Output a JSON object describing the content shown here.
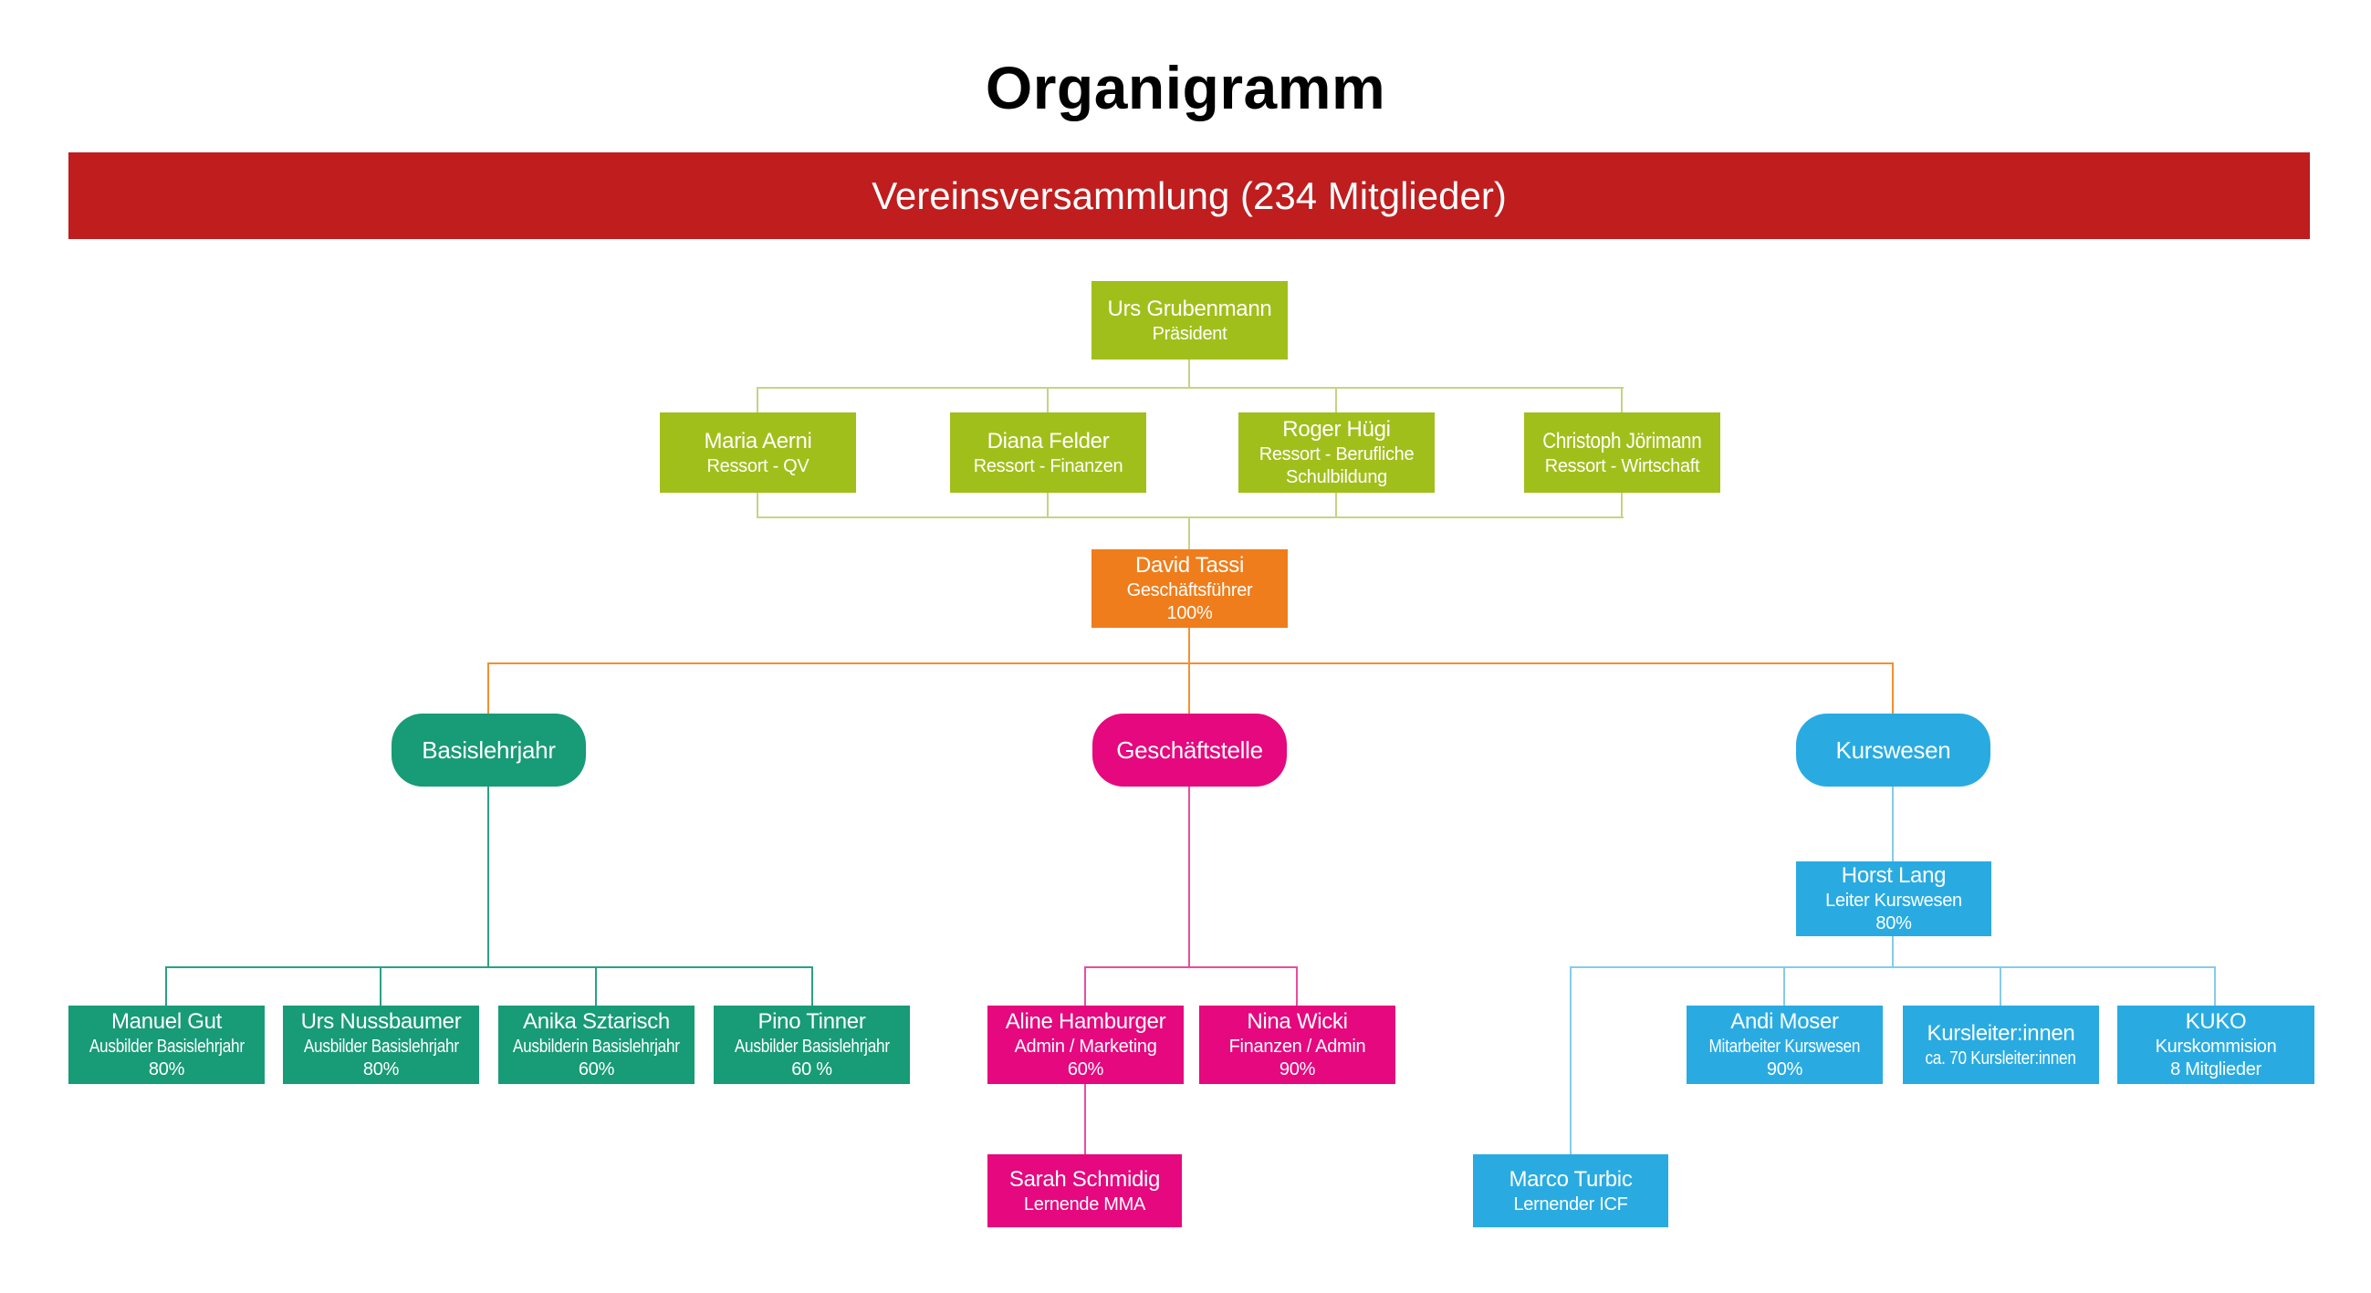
{
  "title": "Organigramm",
  "banner": "Vereinsversammlung (234 Mitglieder)",
  "colors": {
    "banner_red": "#bf1d1e",
    "board_green": "#a1bf1b",
    "green_connector": "#c5d483",
    "manager_orange": "#ef7d1b",
    "orange_connector": "#f29030",
    "basislehrjahr_teal": "#189b77",
    "geschaeftstelle_pink": "#e5087e",
    "kurswesen_blue": "#29abe2",
    "text_white": "#ffffff"
  },
  "nodes": {
    "president": {
      "lines": [
        "Urs Grubenmann",
        "Präsident"
      ]
    },
    "maria": {
      "lines": [
        "Maria Aerni",
        "Ressort - QV"
      ]
    },
    "diana": {
      "lines": [
        "Diana Felder",
        "Ressort - Finanzen"
      ]
    },
    "roger": {
      "lines": [
        "Roger Hügi",
        "Ressort - Berufliche",
        "Schulbildung"
      ]
    },
    "christoph": {
      "lines": [
        "Christoph Jörimann",
        "Ressort - Wirtschaft"
      ]
    },
    "david": {
      "lines": [
        "David Tassi",
        "Geschäftsführer",
        "100%"
      ]
    },
    "basislehrjahr": {
      "label": "Basislehrjahr"
    },
    "geschaeftstelle": {
      "label": "Geschäftstelle"
    },
    "kurswesen": {
      "label": "Kurswesen"
    },
    "manuel": {
      "lines": [
        "Manuel Gut",
        "Ausbilder Basislehrjahr",
        "80%"
      ]
    },
    "urs_nussbaumer": {
      "lines": [
        "Urs Nussbaumer",
        "Ausbilder Basislehrjahr",
        "80%"
      ]
    },
    "anika": {
      "lines": [
        "Anika Sztarisch",
        "Ausbilderin Basislehrjahr",
        "60%"
      ]
    },
    "pino": {
      "lines": [
        "Pino Tinner",
        "Ausbilder Basislehrjahr",
        "60 %"
      ]
    },
    "aline": {
      "lines": [
        "Aline Hamburger",
        "Admin / Marketing",
        "60%"
      ]
    },
    "nina": {
      "lines": [
        "Nina Wicki",
        "Finanzen / Admin",
        "90%"
      ]
    },
    "sarah": {
      "lines": [
        "Sarah Schmidig",
        "Lernende MMA"
      ]
    },
    "horst": {
      "lines": [
        "Horst Lang",
        "Leiter Kurswesen",
        "80%"
      ]
    },
    "andi": {
      "lines": [
        "Andi Moser",
        "Mitarbeiter Kurswesen",
        "90%"
      ]
    },
    "kursleiter": {
      "lines": [
        "Kursleiter:innen",
        "ca. 70 Kursleiter:innen"
      ]
    },
    "kuko": {
      "lines": [
        "KUKO",
        "Kurskommision",
        "8 Mitglieder"
      ]
    },
    "marco": {
      "lines": [
        "Marco Turbic",
        "Lernender ICF"
      ]
    }
  }
}
